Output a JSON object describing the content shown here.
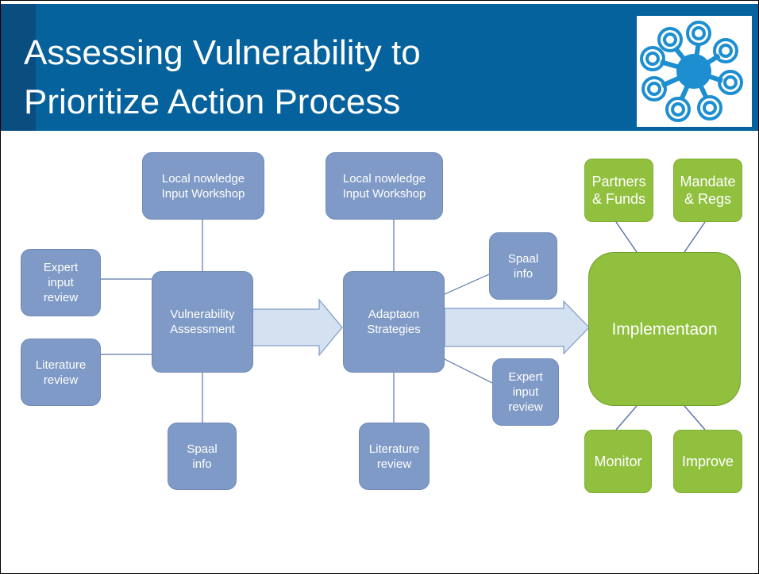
{
  "title": "Assessing Vulnerability to\nPrioritize Action Process",
  "colors": {
    "title_bar": "#06629d",
    "blue_box": "#7f9ac6",
    "green_box": "#91c03f",
    "arrow": "#d3e1f1"
  },
  "nodes": {
    "local_knowledge_1": "Local   nowledge\nInput Workshop",
    "expert_input_1": "Expert\ninput\nreview",
    "literature_review_1": "Literature\nreview",
    "vulnerability_assessment": "Vulnerability\nAssessment",
    "spatial_info_1": "Spaal\ninfo",
    "local_knowledge_2": "Local   nowledge\nInput Workshop",
    "adaptation_strategies": "Adaptaon\nStrategies",
    "spatial_info_2": "Spaal\ninfo",
    "expert_input_2": "Expert\ninput\nreview",
    "literature_review_2": "Literature\nreview",
    "partners_funds": "Partners\n& Funds",
    "mandate_regs": "Mandate\n& Regs",
    "implementation": "Implementaon",
    "monitor": "Monitor",
    "improve": "Improve"
  }
}
